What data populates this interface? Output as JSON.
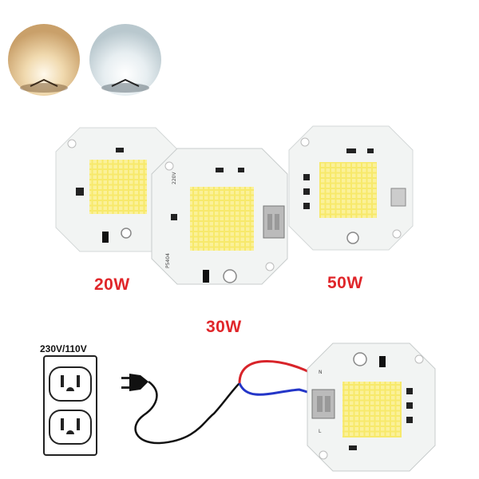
{
  "demo_glows": {
    "warm": {
      "color": "#e7c690",
      "name": "warm-white-glow"
    },
    "cool": {
      "color": "#dfe9ee",
      "name": "cool-white-glow"
    }
  },
  "chips": [
    {
      "watt_label": "20W",
      "name": "20w"
    },
    {
      "watt_label": "30W",
      "name": "30w"
    },
    {
      "watt_label": "50W",
      "name": "50w"
    }
  ],
  "wiring": {
    "outlet_voltage_label": "230V/110V",
    "wire_colors": {
      "live": "#d8242a",
      "neutral": "#2436c8",
      "cord": "#111111"
    }
  },
  "pcb_markings": {
    "voltage": "220V",
    "model": "P5404",
    "terminal_l": "L",
    "terminal_n": "N"
  },
  "colors": {
    "led_yellow": "#f7e96b",
    "pcb_white": "#f2f4f3",
    "watt_red": "#e0262a"
  }
}
